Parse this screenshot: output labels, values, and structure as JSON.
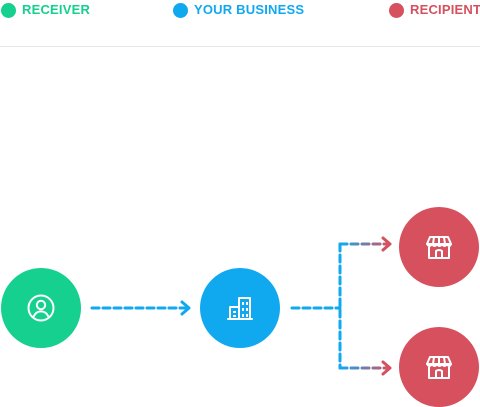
{
  "legend": [
    {
      "label": "RECEIVER",
      "color": "#15d08e"
    },
    {
      "label": "YOUR BUSINESS",
      "color": "#10a9f0"
    },
    {
      "label": "RECIPIENT",
      "color": "#d6505e"
    }
  ],
  "colors": {
    "receiver": "#15d08e",
    "business": "#10a9f0",
    "recipient": "#d6505e",
    "divider": "#e6e6e6"
  },
  "nodes": {
    "receiver": {
      "icon": "user-circle-icon"
    },
    "business": {
      "icon": "buildings-icon"
    },
    "recipients": [
      {
        "icon": "storefront-icon"
      },
      {
        "icon": "storefront-icon"
      }
    ]
  }
}
